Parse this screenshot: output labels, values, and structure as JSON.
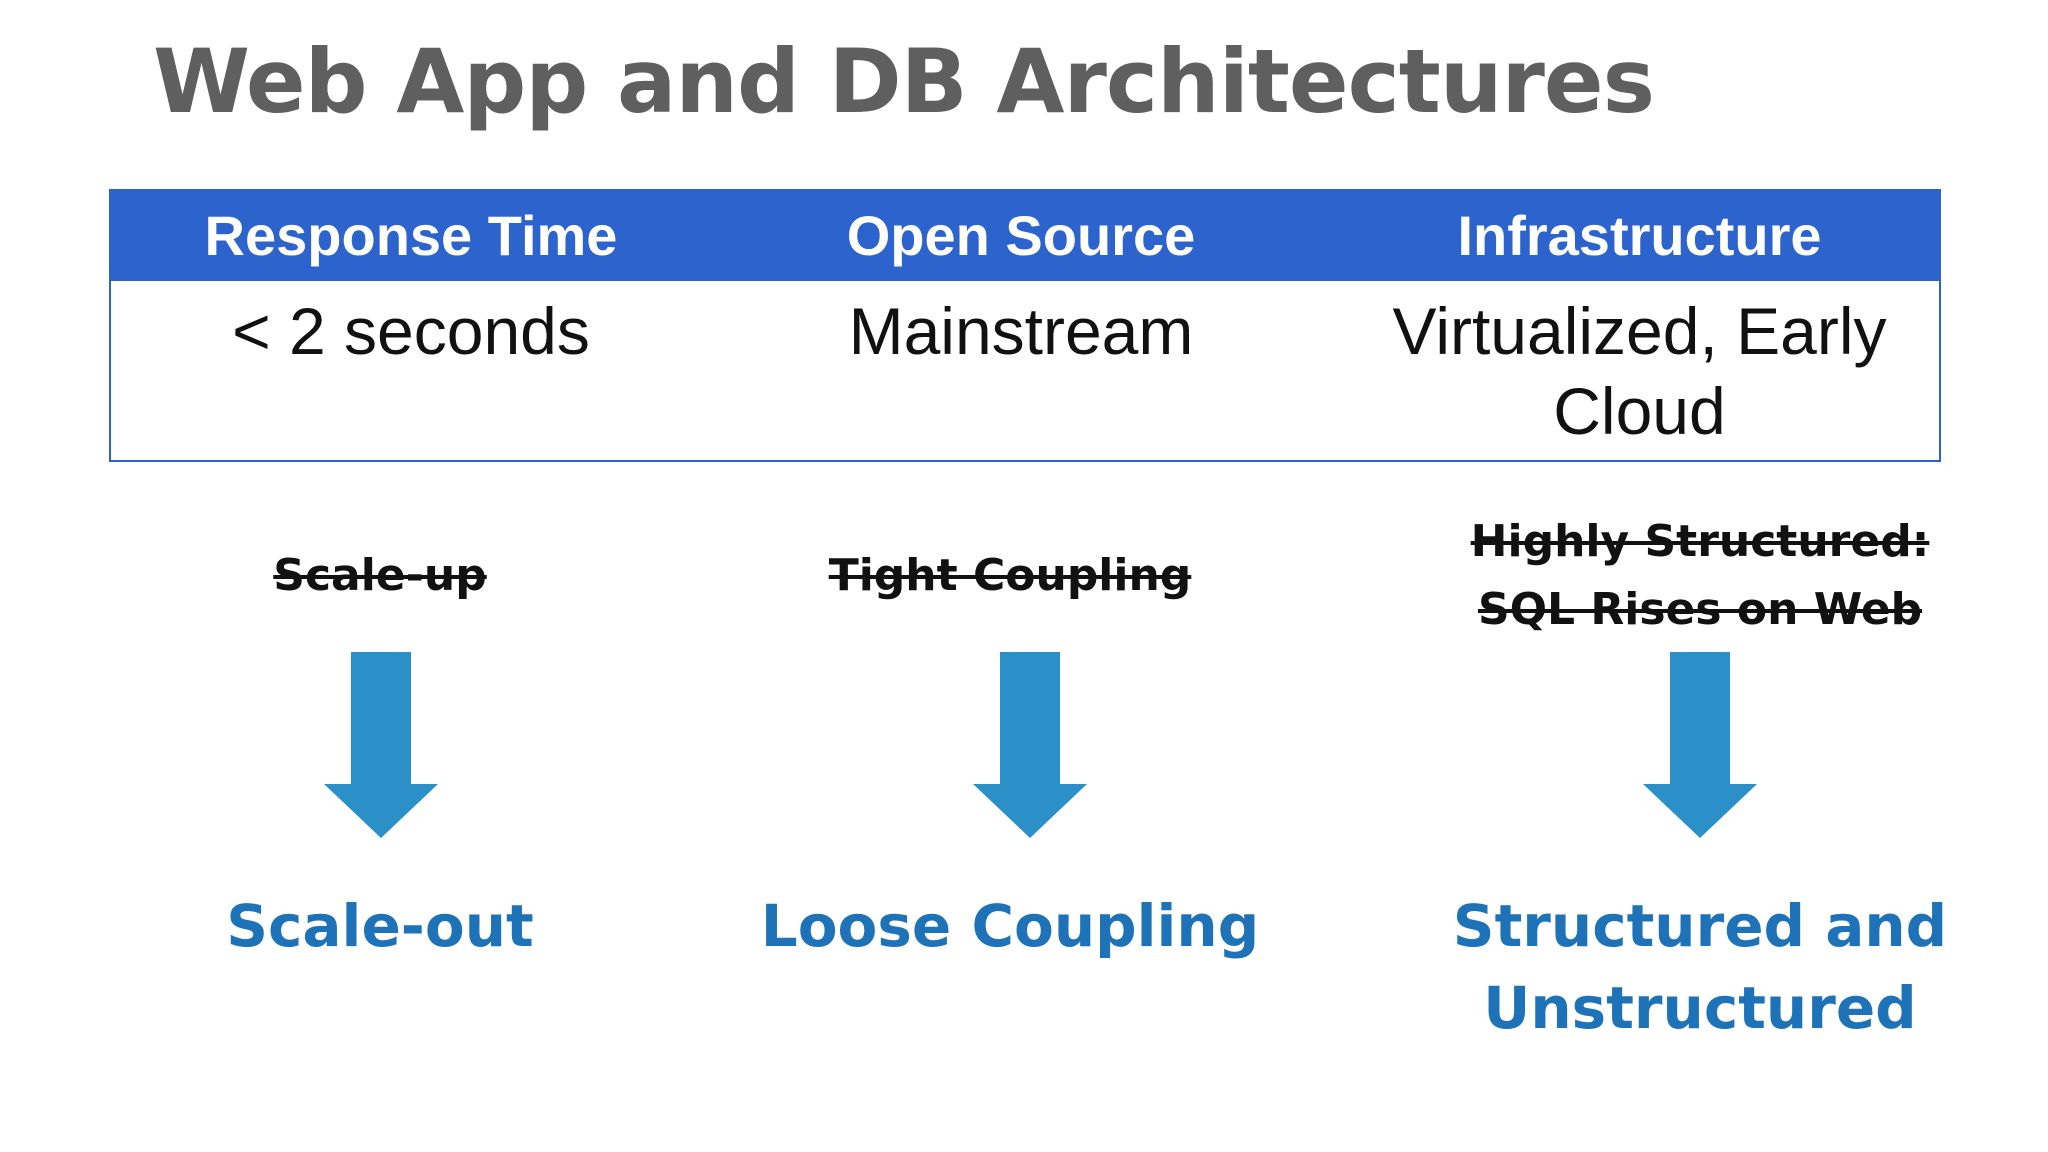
{
  "slide": {
    "title": "Web App and DB Architectures"
  },
  "table": {
    "headers": [
      "Response Time",
      "Open Source",
      "Infrastructure"
    ],
    "values": [
      "< 2 seconds",
      "Mainstream",
      "Virtualized, Early Cloud"
    ]
  },
  "transitions": [
    {
      "from": "Scale-up",
      "to": "Scale-out"
    },
    {
      "from": "Tight Coupling",
      "to": "Loose Coupling"
    },
    {
      "from_lines": [
        "Highly Structured:",
        "SQL Rises on Web"
      ],
      "to_lines": [
        "Structured and",
        "Unstructured"
      ]
    }
  ],
  "colors": {
    "title": "#5f5f5f",
    "table_header": "#2c63cc",
    "arrow": "#2b8fc8",
    "new_label": "#1e73b8"
  }
}
